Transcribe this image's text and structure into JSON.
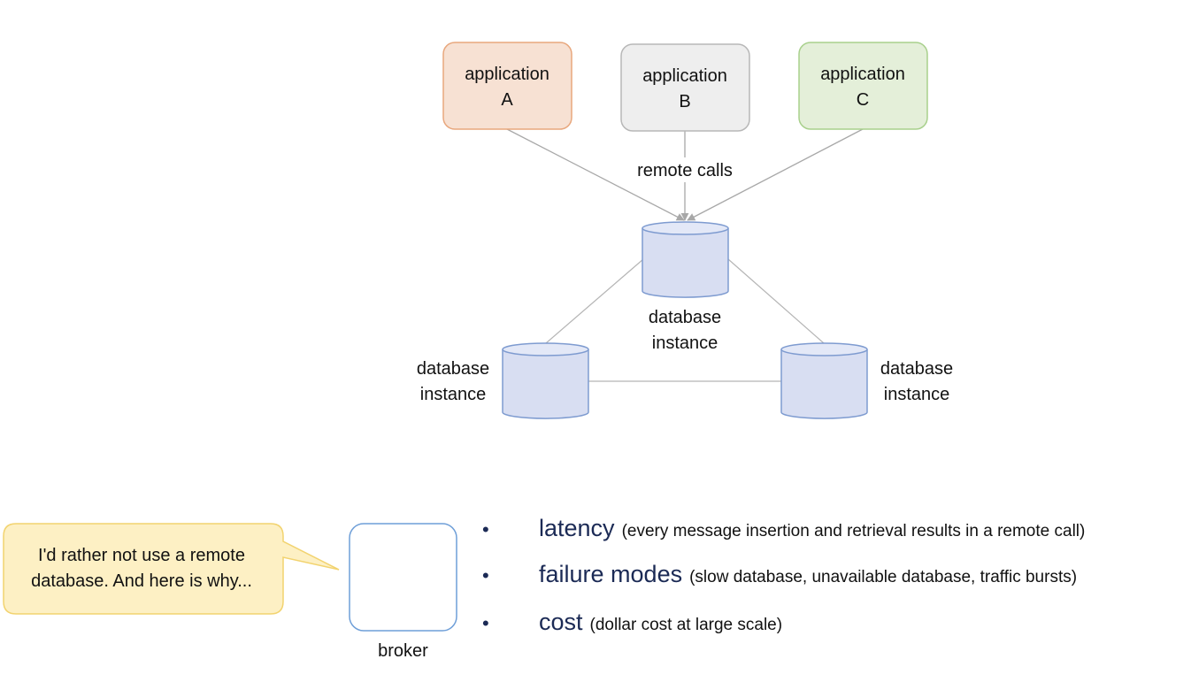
{
  "applications": [
    {
      "line1": "application",
      "line2": "A",
      "fill": "#f7e1d3",
      "stroke": "#e8a77d"
    },
    {
      "line1": "application",
      "line2": "B",
      "fill": "#eeeeee",
      "stroke": "#b7b7b7"
    },
    {
      "line1": "application",
      "line2": "C",
      "fill": "#e4efd9",
      "stroke": "#a8d08c"
    }
  ],
  "remote_calls_label": "remote calls",
  "databases": [
    {
      "line1": "database",
      "line2": "instance"
    },
    {
      "line1": "database",
      "line2": "instance"
    },
    {
      "line1": "database",
      "line2": "instance"
    }
  ],
  "bubble": {
    "line1": "I'd rather not use a remote",
    "line2": "database. And here is why...",
    "fill": "#fdf0c4",
    "stroke": "#f2d36f"
  },
  "broker_label": "broker",
  "bullets": [
    {
      "term": "latency",
      "detail": "(every message insertion and retrieval results in a remote call)"
    },
    {
      "term": "failure modes",
      "detail": "(slow database, unavailable database, traffic bursts)"
    },
    {
      "term": "cost",
      "detail": "(dollar cost at large scale)"
    }
  ],
  "colors": {
    "db_fill": "#d8def2",
    "db_stroke": "#7e9bd0",
    "connector": "#a8a8a8",
    "broker_stroke": "#6f9fd8",
    "bullet_text": "#1b2a55"
  }
}
